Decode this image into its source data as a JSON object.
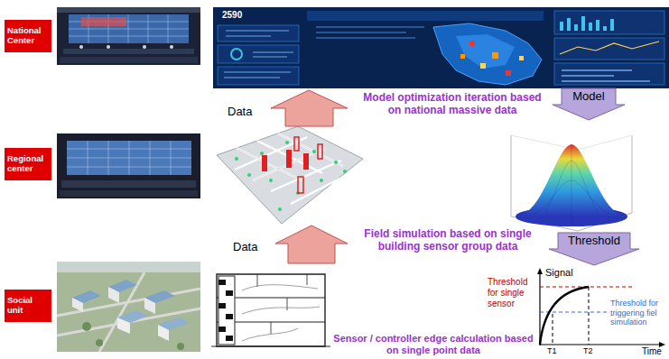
{
  "diagram": {
    "nodes": [
      {
        "text": [
          "National Center"
        ]
      },
      {
        "text": [
          "Regional center"
        ]
      },
      {
        "text": [
          "Social unit"
        ]
      }
    ],
    "labels": [
      "2590",
      "Data",
      "Model optimization iteration based on national massive data",
      "Model",
      "Data",
      "Field simulation based on single building sensor group data",
      "Threshold",
      "Signal",
      "Threshold for single sensor",
      "Threshold for triggering fiel simulation",
      "Sensor / controller edge calculation based on single point data",
      "T1",
      "T2",
      "Time"
    ]
  }
}
